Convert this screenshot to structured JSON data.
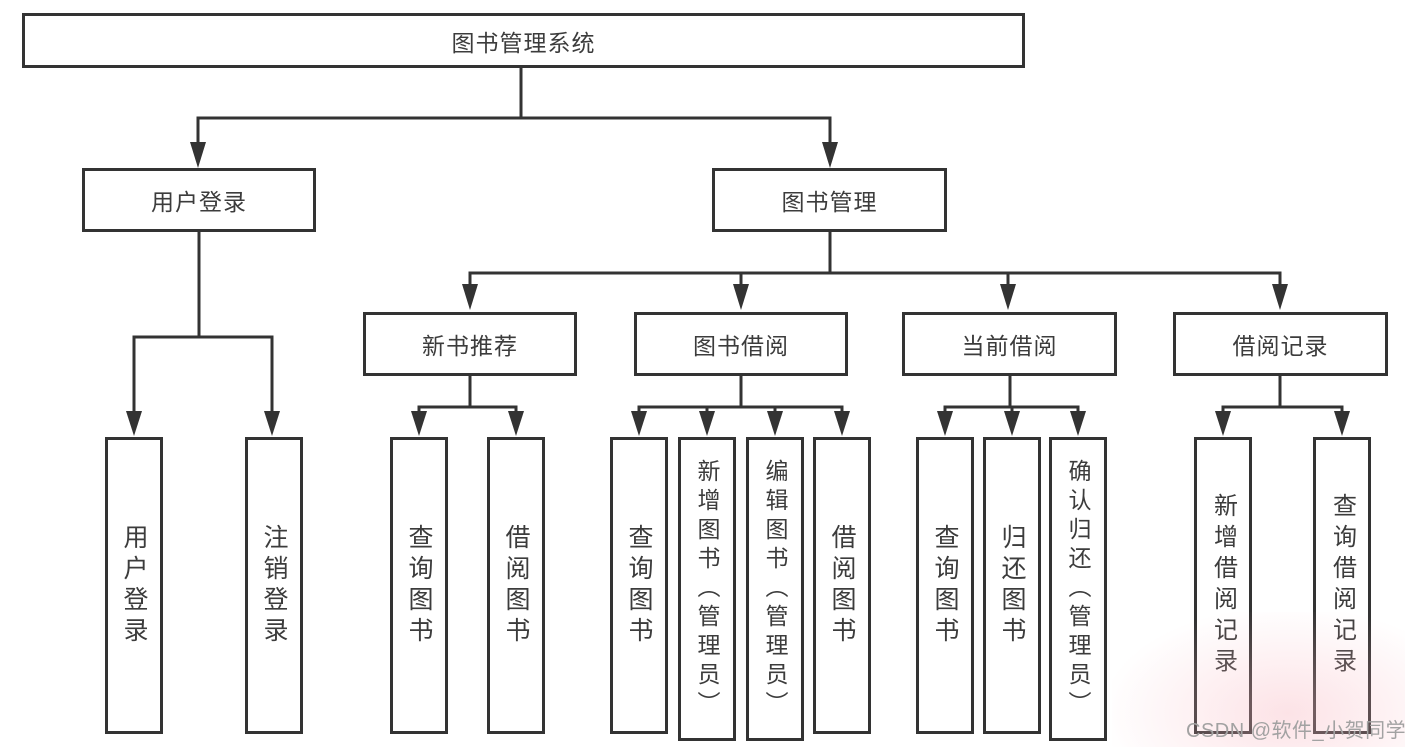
{
  "diagram": {
    "tree": {
      "label": "图书管理系统",
      "children": [
        {
          "label": "用户登录",
          "children": [
            {
              "label": "用户登录"
            },
            {
              "label": "注销登录"
            }
          ]
        },
        {
          "label": "图书管理",
          "children": [
            {
              "label": "新书推荐",
              "children": [
                {
                  "label": "查询图书"
                },
                {
                  "label": "借阅图书"
                }
              ]
            },
            {
              "label": "图书借阅",
              "children": [
                {
                  "label": "查询图书"
                },
                {
                  "label": "新增图书（管理员）"
                },
                {
                  "label": "编辑图书（管理员）"
                },
                {
                  "label": "借阅图书"
                }
              ]
            },
            {
              "label": "当前借阅",
              "children": [
                {
                  "label": "查询图书"
                },
                {
                  "label": "归还图书"
                },
                {
                  "label": "确认归还（管理员）"
                }
              ]
            },
            {
              "label": "借阅记录",
              "children": [
                {
                  "label": "新增借阅记录"
                },
                {
                  "label": "查询借阅记录"
                }
              ]
            }
          ]
        }
      ]
    }
  },
  "watermark": {
    "text": "CSDN @软件_小贺同学",
    "color": "#a2a2a2"
  },
  "colors": {
    "line": "#333333",
    "border": "#333333",
    "text": "#3c3c3c",
    "box_fill": "#ffffff",
    "background": "#ffffff",
    "watermark_tint": "#f8b4be"
  }
}
